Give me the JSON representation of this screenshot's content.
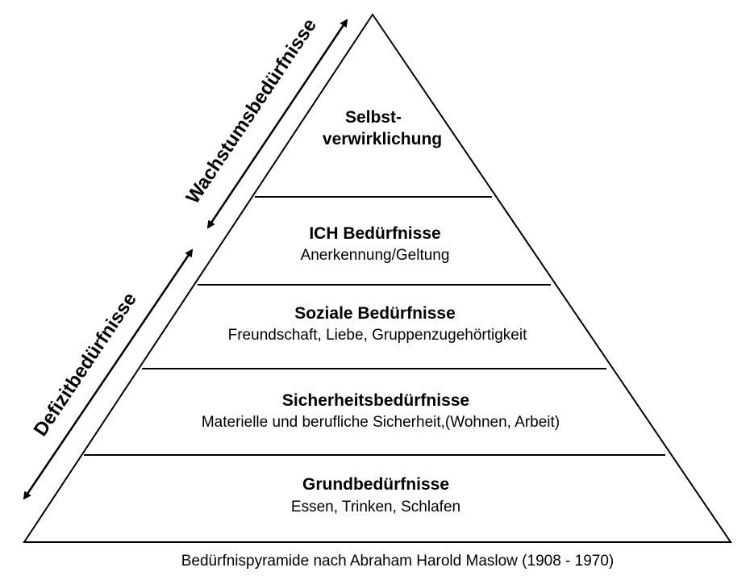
{
  "pyramid": {
    "levels": [
      {
        "title": "Selbst-",
        "title2": "verwirklichung",
        "subtitle": ""
      },
      {
        "title": "ICH Bedürfnisse",
        "subtitle": "Anerkennung/Geltung"
      },
      {
        "title": "Soziale Bedürfnisse",
        "subtitle": "Freundschaft, Liebe, Gruppenzugehörtigkeit"
      },
      {
        "title": "Sicherheitsbedürfnisse",
        "subtitle": "Materielle und berufliche Sicherheit,(Wohnen, Arbeit)"
      },
      {
        "title": "Grundbedürfnisse",
        "subtitle": "Essen, Trinken, Schlafen"
      }
    ]
  },
  "side_labels": {
    "growth": "Wachstumsbedürfnisse",
    "deficit": "Defizitbedürfnisse"
  },
  "caption": "Bedürfnispyramide nach Abraham Harold Maslow (1908 - 1970)"
}
